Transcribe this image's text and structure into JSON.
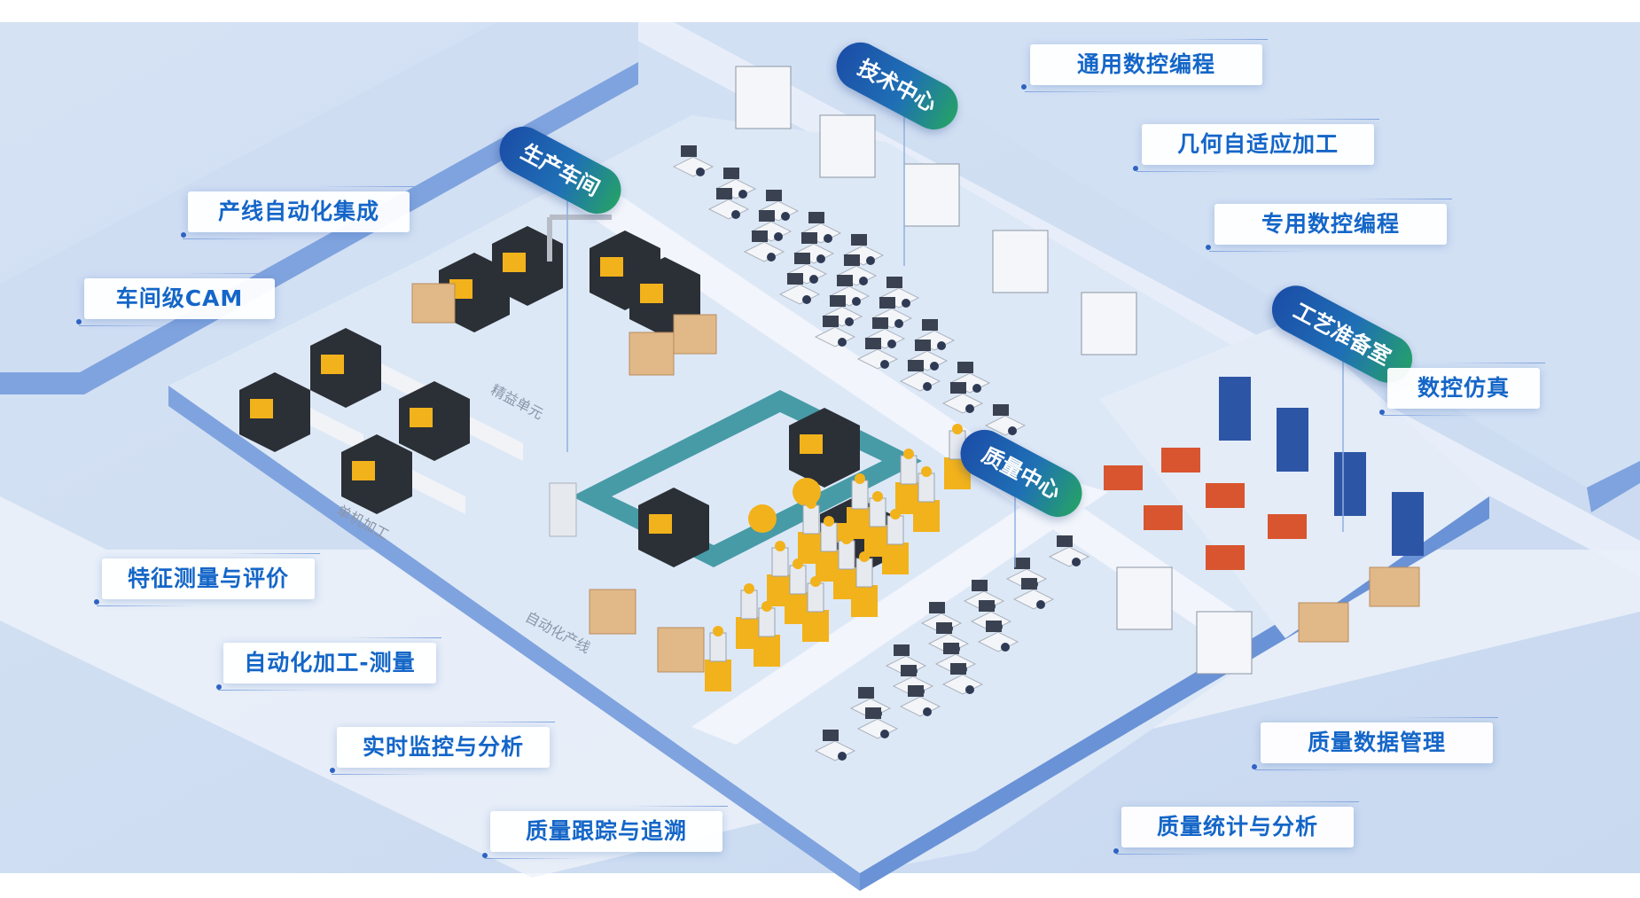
{
  "zones": {
    "production": "生产车间",
    "tech_center": "技术中心",
    "quality_center": "质量中心",
    "process_prep": "工艺准备室"
  },
  "areas": {
    "single_machine": "单机加工",
    "precision_cell": "精益单元",
    "auto_line": "自动化产线"
  },
  "labels": {
    "general_nc": "通用数控编程",
    "geometry_adaptive": "几何自适应加工",
    "special_nc": "专用数控编程",
    "line_automation": "产线自动化集成",
    "workshop_cam": "车间级CAM",
    "nc_simulation": "数控仿真",
    "feature_measure": "特征测量与评价",
    "auto_machining_measure": "自动化加工-测量",
    "realtime_monitor": "实时监控与分析",
    "quality_trace": "质量跟踪与追溯",
    "quality_data_mgmt": "质量数据管理",
    "quality_statistics": "质量统计与分析"
  },
  "colors": {
    "accent_blue": "#1466c8",
    "platform_top": "#dce7f6",
    "platform_edge": "#7fa3de",
    "machine_body": "#2b2f36",
    "machine_accent": "#f2b21b",
    "pill_gradient_start": "#1b4fa8",
    "pill_gradient_end": "#25a06a"
  }
}
